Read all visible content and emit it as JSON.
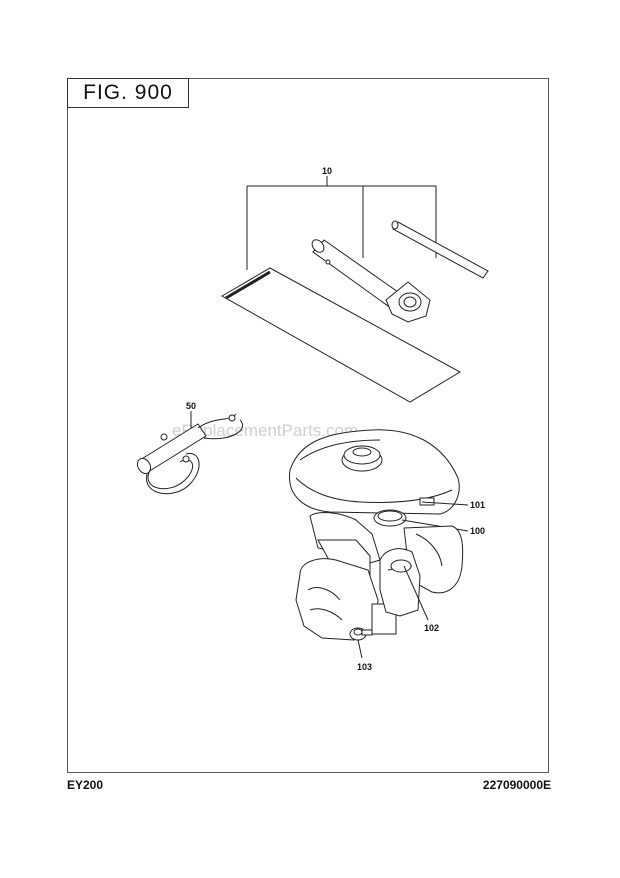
{
  "figure": {
    "label": "FIG. 900"
  },
  "watermark": "eReplacementParts.com",
  "callouts": {
    "kit": "10",
    "plug_cord": "50",
    "tank": "101",
    "filter": "100",
    "cap": "102",
    "clamp": "103"
  },
  "footer": {
    "model": "EY200",
    "part_number": "227090000E"
  }
}
